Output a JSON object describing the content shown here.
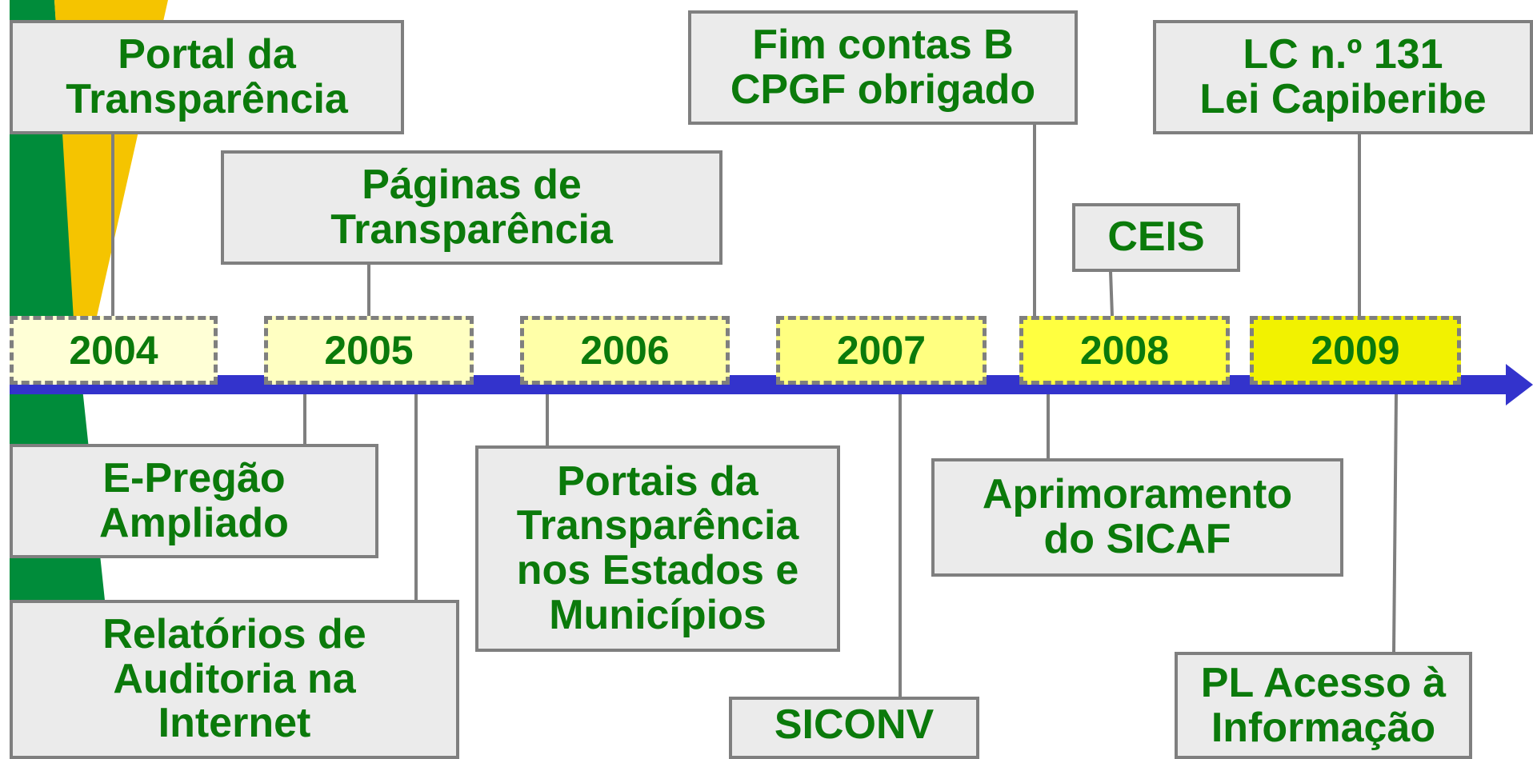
{
  "colors": {
    "text": "#0b7a0b",
    "box_fill": "#ebebeb",
    "box_border": "#7f7f7f",
    "axis": "#3333cc",
    "deco_green": "#008c3a",
    "deco_yellow": "#f5c400"
  },
  "years": [
    {
      "label": "2004",
      "fill": "#ffffd6"
    },
    {
      "label": "2005",
      "fill": "#ffffc2"
    },
    {
      "label": "2006",
      "fill": "#ffffa8"
    },
    {
      "label": "2007",
      "fill": "#ffff80"
    },
    {
      "label": "2008",
      "fill": "#ffff40"
    },
    {
      "label": "2009",
      "fill": "#f2f200"
    }
  ],
  "events_above": [
    {
      "label": "Portal da\nTransparência"
    },
    {
      "label": "Páginas de\nTransparência"
    },
    {
      "label": "Fim contas B\nCPGF obrigado"
    },
    {
      "label": "CEIS"
    },
    {
      "label": "LC n.º 131\nLei Capiberibe"
    }
  ],
  "events_below": [
    {
      "label": "E-Pregão\nAmpliado"
    },
    {
      "label": "Relatórios de\nAuditoria na\nInternet"
    },
    {
      "label": "Portais da\nTransparência\nnos Estados e\nMunicípios"
    },
    {
      "label": "SICONV"
    },
    {
      "label": "Aprimoramento\ndo SICAF"
    },
    {
      "label": "PL Acesso à\nInformação"
    }
  ]
}
